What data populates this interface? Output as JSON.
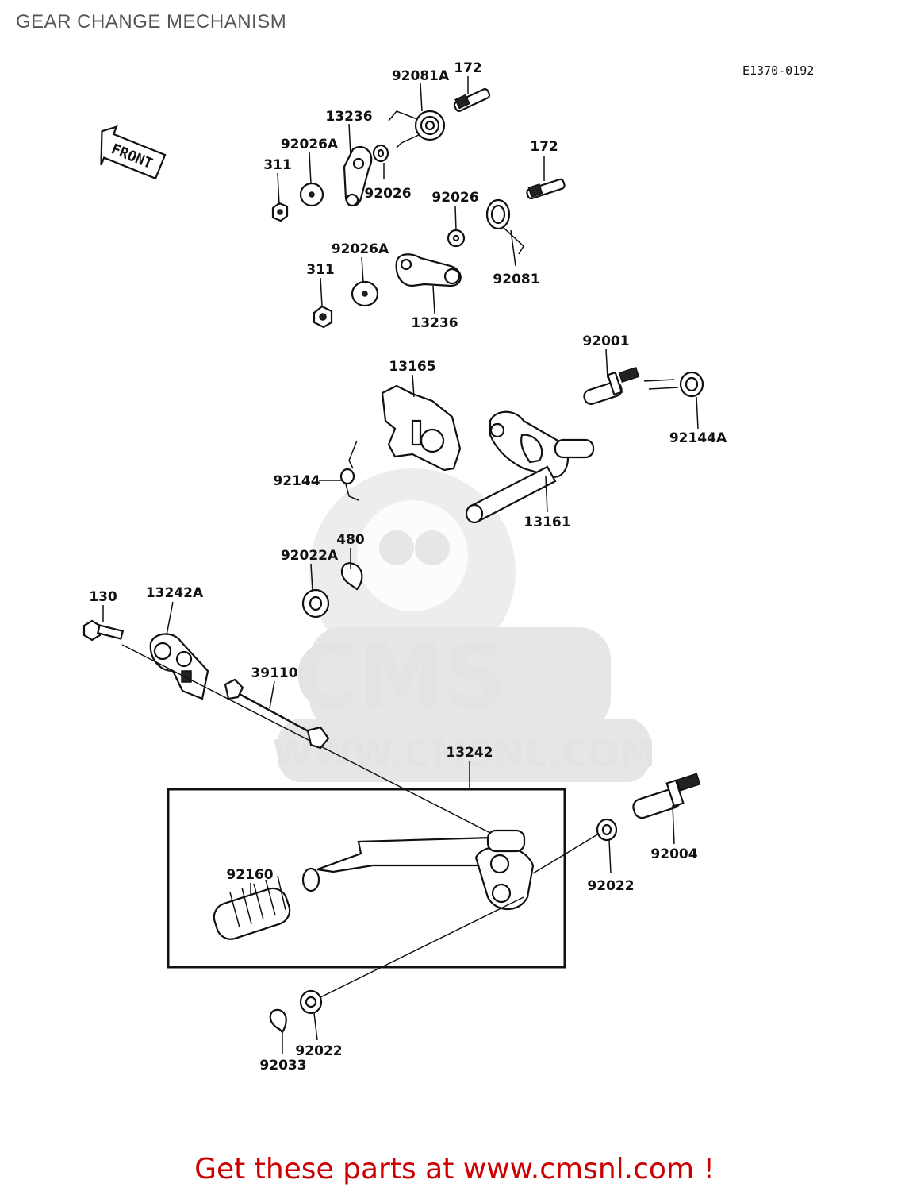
{
  "page": {
    "title": "GEAR CHANGE MECHANISM",
    "ref_code": "E1370-0192",
    "front_label": "FRONT",
    "footer": "Get these parts at www.cmsnl.com !"
  },
  "watermark": {
    "brand": "CMS",
    "url": "WWW.CMSNL.COM"
  },
  "callouts": [
    "92081A",
    "172",
    "13236",
    "92026A",
    "311",
    "92026",
    "172",
    "92026",
    "92081",
    "92026A",
    "311",
    "13236",
    "13165",
    "92001",
    "92144A",
    "92144",
    "13161",
    "480",
    "92022A",
    "130",
    "13242A",
    "39110",
    "13242",
    "92004",
    "92022",
    "92160",
    "92022",
    "92033"
  ],
  "colors": {
    "title": "#555555",
    "footer": "#cc0000",
    "watermark": "#e6e6e6",
    "line": "#111111"
  }
}
